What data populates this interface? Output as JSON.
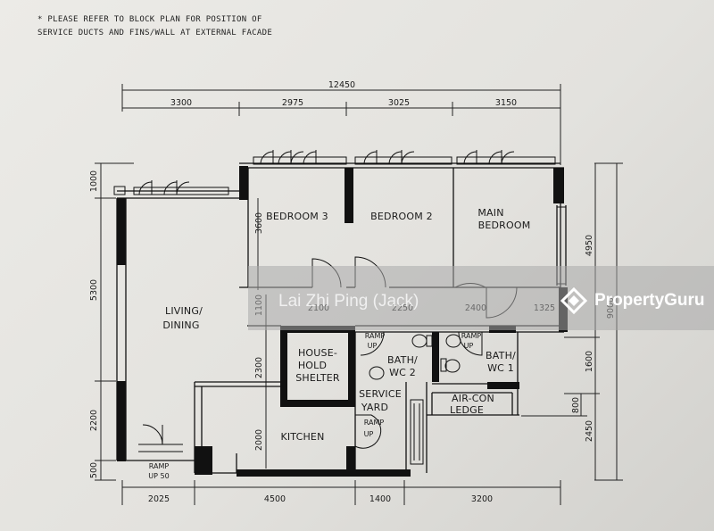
{
  "note": {
    "line1": "* PLEASE REFER TO BLOCK PLAN FOR POSITION OF",
    "line2": "SERVICE DUCTS AND FINS/WALL AT EXTERNAL FACADE"
  },
  "dims_top": {
    "overall": "12450",
    "d1": "3300",
    "d2": "2975",
    "d3": "3025",
    "d4": "3150"
  },
  "dims_left": {
    "d1": "1000",
    "d2": "5300",
    "d3": "2200",
    "d4": "500"
  },
  "dims_right": {
    "overall": "9000",
    "d1": "4950",
    "d2": "1600",
    "d3": "2450"
  },
  "dims_bottom": {
    "d1": "2025",
    "d2": "4500",
    "d3": "1400",
    "d4": "3200"
  },
  "dims_internal": {
    "bed3_h": "3600",
    "corridor": "1100",
    "shelter_h": "2300",
    "kitchen_h": "2000",
    "shelter_w": "2100",
    "bath2_w": "2250",
    "bath1_w": "2400",
    "ledge_w": "1325",
    "ledge_h": "800"
  },
  "rooms": {
    "bedroom3": "BEDROOM 3",
    "bedroom2": "BEDROOM 2",
    "main1": "MAIN",
    "main2": "BEDROOM",
    "living1": "LIVING/",
    "living2": "DINING",
    "shelter1": "HOUSE-",
    "shelter2": "HOLD",
    "shelter3": "SHELTER",
    "kitchen": "KITCHEN",
    "service1": "SERVICE",
    "service2": "YARD",
    "bath2a": "BATH/",
    "bath2b": "WC 2",
    "bath1a": "BATH/",
    "bath1b": "WC 1",
    "aircon1": "AIR-CON",
    "aircon2": "LEDGE"
  },
  "ramps": {
    "bath2a": "RAMP",
    "bath2b": "UP",
    "bath1a": "RAMP",
    "bath1b": "UP",
    "yard_a": "RAMP",
    "yard_b": "UP",
    "entry_a": "RAMP",
    "entry_b": "UP 50"
  },
  "watermark": {
    "agent": "Lai Zhi Ping (Jack)",
    "brand": "PropertyGuru"
  }
}
